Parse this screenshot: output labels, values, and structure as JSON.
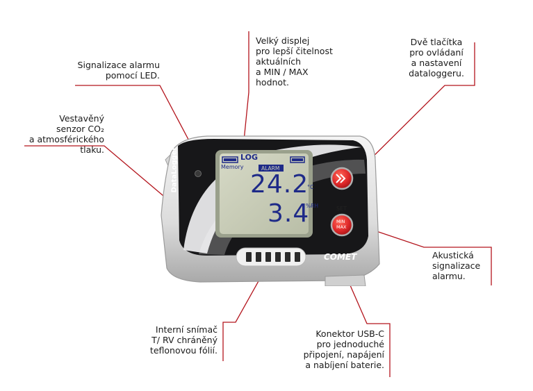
{
  "callouts": {
    "alarm_led": "Signalizace alarmu\npomocí LED.",
    "sensor_co2": "Vestavěný\nsenzor CO₂\na atmosférického\ntlaku.",
    "display": "Velký displej\npro lepší čitelnost\naktuálních\na MIN / MAX\nhodnot.",
    "buttons": "Dvě tlačítka\npro ovládaní\na nastavení\ndataloggeru.",
    "acoustic": "Akustická\nsignalizace\nalarmu.",
    "usb": "Konektor USB-C\npro jednoduché\npřipojení, napájení\na nabíjení baterie.",
    "internal_sensor": "Interní snímač\nT/ RV chráněný\nteflonovou fólií."
  },
  "device": {
    "brand_vertical": "DataLogger",
    "lcd_log": "LOG",
    "lcd_alarm": "ALARM",
    "lcd_memory": "Memory",
    "value_temperature": "24.2",
    "unit_temperature": "°C",
    "value_humidity": "3.4",
    "unit_humidity": "%RH",
    "set_label": "SET",
    "minmax_label_1": "MIN",
    "minmax_label_2": "MAX",
    "logo": "COMET"
  },
  "colors": {
    "callout_line": "#b3141c",
    "button_red": "#e0292a",
    "lcd_bg": "#c9cdb9",
    "lcd_ink": "#1e2a88",
    "panel_black": "#171719"
  }
}
